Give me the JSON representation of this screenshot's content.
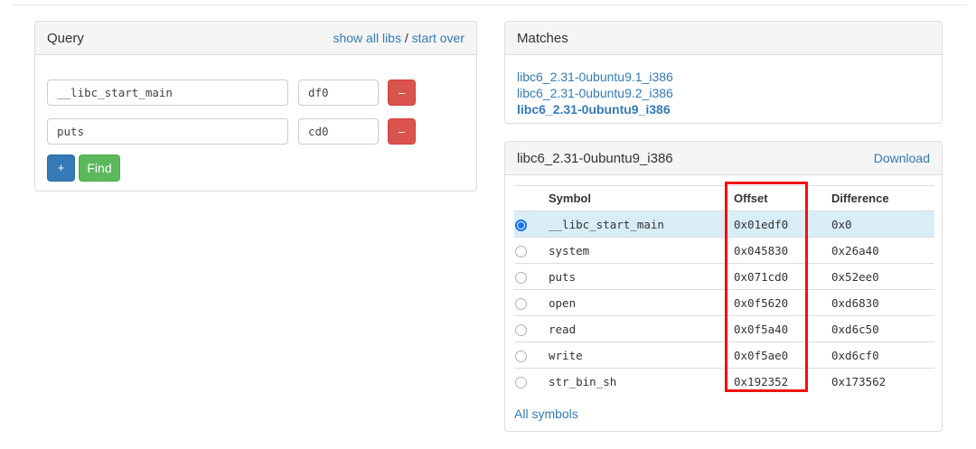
{
  "query": {
    "title": "Query",
    "header_links": {
      "show_all_libs": "show all libs",
      "separator": "/",
      "start_over": "start over"
    },
    "rows": [
      {
        "symbol": "__libc_start_main",
        "offset": "df0"
      },
      {
        "symbol": "puts",
        "offset": "cd0"
      }
    ],
    "remove_label": "–",
    "add_label": "+",
    "find_label": "Find"
  },
  "matches": {
    "title": "Matches",
    "items": [
      {
        "label": "libc6_2.31-0ubuntu9.1_i386",
        "selected": false
      },
      {
        "label": "libc6_2.31-0ubuntu9.2_i386",
        "selected": false
      },
      {
        "label": "libc6_2.31-0ubuntu9_i386",
        "selected": true
      }
    ]
  },
  "result": {
    "title": "libc6_2.31-0ubuntu9_i386",
    "download_label": "Download",
    "table": {
      "headers": [
        "Symbol",
        "Offset",
        "Difference"
      ],
      "rows": [
        {
          "symbol": "__libc_start_main",
          "offset": "0x01edf0",
          "difference": "0x0",
          "selected": true
        },
        {
          "symbol": "system",
          "offset": "0x045830",
          "difference": "0x26a40",
          "selected": false
        },
        {
          "symbol": "puts",
          "offset": "0x071cd0",
          "difference": "0x52ee0",
          "selected": false
        },
        {
          "symbol": "open",
          "offset": "0x0f5620",
          "difference": "0xd6830",
          "selected": false
        },
        {
          "symbol": "read",
          "offset": "0x0f5a40",
          "difference": "0xd6c50",
          "selected": false
        },
        {
          "symbol": "write",
          "offset": "0x0f5ae0",
          "difference": "0xd6cf0",
          "selected": false
        },
        {
          "symbol": "str_bin_sh",
          "offset": "0x192352",
          "difference": "0x173562",
          "selected": false
        }
      ]
    },
    "all_symbols_label": "All symbols"
  },
  "annotation": {
    "shape": "rectangle",
    "color": "#f50f0f",
    "target": "offset-column"
  },
  "colors": {
    "link": "#337ab7",
    "primary_button": "#337ab7",
    "success_button": "#5cb85c",
    "danger_button": "#d9534f",
    "selected_row_bg": "#d9edf7",
    "radio_selected": "#1673e6",
    "card_header_bg": "#f5f5f5",
    "card_border": "#dddddd"
  }
}
